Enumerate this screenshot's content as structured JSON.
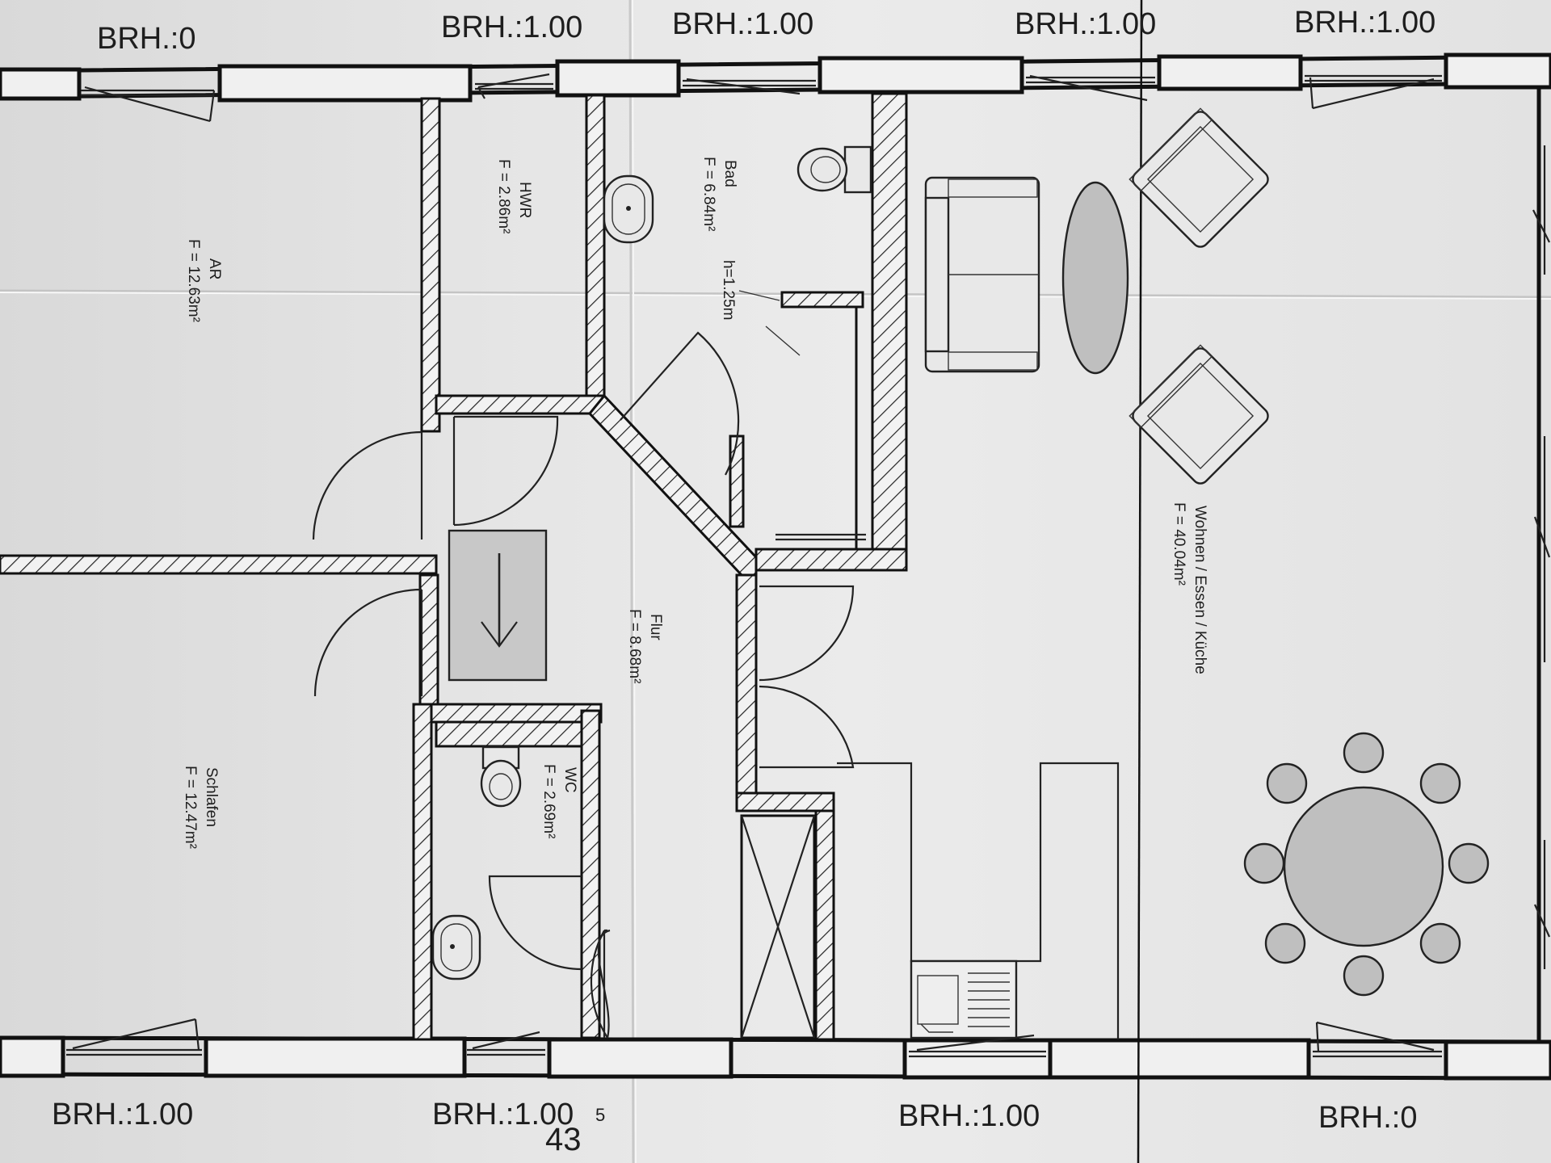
{
  "brh_labels": {
    "top": [
      "BRH.:0",
      "BRH.:1.00",
      "BRH.:1.00",
      "BRH.:1.00",
      "BRH.:1.00"
    ],
    "bottom": [
      "BRH.:1.00",
      "BRH.:1.00",
      "BRH.:1.00",
      "BRH.:0"
    ]
  },
  "bottom_small_mark": "5",
  "page_number": "43",
  "rooms": {
    "ar": {
      "name": "AR",
      "area": "F = 12.63m²"
    },
    "hwr": {
      "name": "HWR",
      "area": "F = 2.86m²"
    },
    "bad": {
      "name": "Bad",
      "area": "F = 6.84m²",
      "note": "h=1.25m"
    },
    "flur": {
      "name": "Flur",
      "area": "F = 8.68m²"
    },
    "wc": {
      "name": "WC",
      "area": "F = 2.69m²"
    },
    "schlafen": {
      "name": "Schlafen",
      "area": "F = 12.47m²"
    },
    "wohnen": {
      "name": "Wohnen / Essen / Küche",
      "area": "F = 40.04m²"
    }
  }
}
